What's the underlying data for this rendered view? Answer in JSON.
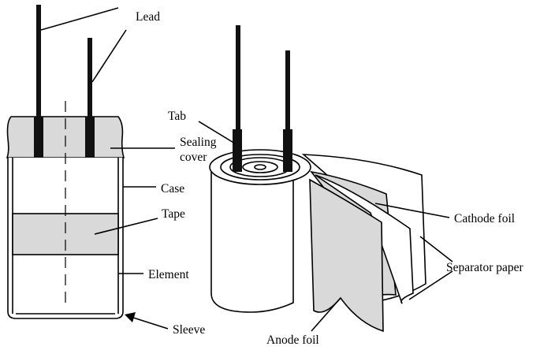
{
  "labels": {
    "lead": "Lead",
    "sealing_cover_line1": "Sealing",
    "sealing_cover_line2": "cover",
    "case": "Case",
    "tape": "Tape",
    "element": "Element",
    "sleeve": "Sleeve",
    "tab": "Tab",
    "cathode_foil": "Cathode foil",
    "separator_paper": "Separator paper",
    "anode_foil": "Anode foil"
  },
  "colors": {
    "stroke": "#000000",
    "fill_gray": "#d9d9d9",
    "fill_white": "#ffffff",
    "lead": "#111111"
  }
}
